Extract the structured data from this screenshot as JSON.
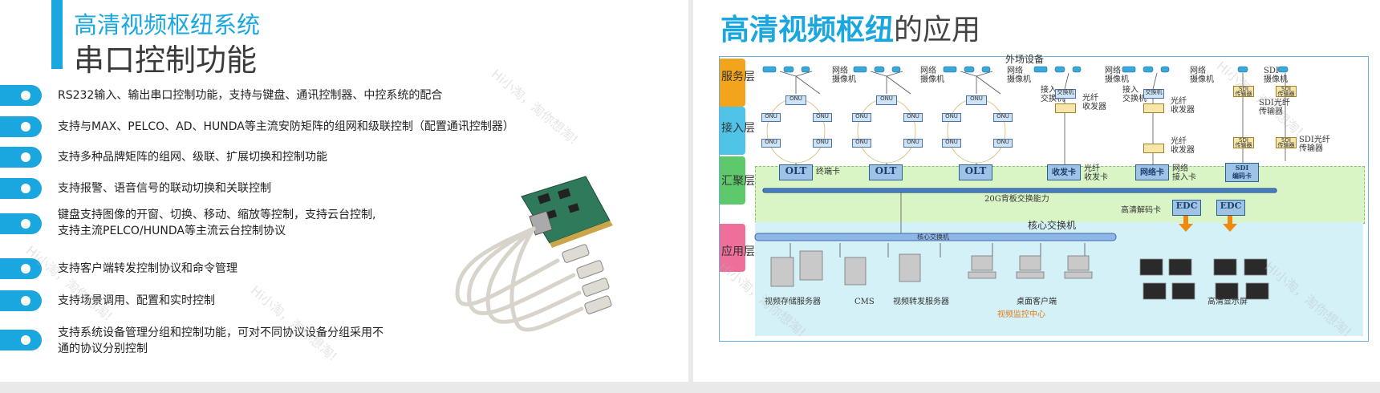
{
  "left": {
    "title_line1": "高清视频枢纽系统",
    "title_line2": "串口控制功能",
    "bullets": [
      "RS232输入、输出串口控制功能，支持与键盘、通讯控制器、中控系统的配合",
      "支持与MAX、PELCO、AD、HUNDA等主流安防矩阵的组网和级联控制（配置通讯控制器）",
      "支持多种品牌矩阵的组网、级联、扩展切换和控制功能",
      "支持报警、语音信号的联动切换和关联控制",
      "键盘支持图像的开窗、切换、移动、缩放等控制，支持云台控制,",
      "支持主流PELCO/HUNDA等主流云台控制协议",
      "支持客户端转发控制协议和命令管理",
      "支持场景调用、配置和实时控制",
      "支持系统设备管理分组和控制功能，可对不同协议设备分组采用不",
      "通的协议分别控制"
    ],
    "watermarks": [
      "Hi小淘，淘你想淘!",
      "Hi小淘，淘你想淘!",
      "Hi小淘，淘你想淘!"
    ]
  },
  "right": {
    "title_blue": "高清视频枢纽",
    "title_gray": "的应用",
    "diagram": {
      "outer_label": "外场设备",
      "layers": [
        "服务层",
        "接入层",
        "汇聚层",
        "应用层"
      ],
      "layer_colors": [
        "#f2a51c",
        "#4fc3e8",
        "#5ec96b",
        "#ee6f9a"
      ],
      "camera_labels": [
        "网络\n摄像机",
        "网络\n摄像机",
        "网络\n摄像机",
        "接入\n交换机",
        "网络\n摄像机",
        "接入\n交换机",
        "网络\n摄像机",
        "SDI\n摄像机"
      ],
      "onu_label": "ONU",
      "switch_label": "交换机",
      "transceiver_label": "光纤\n收发器",
      "sdi_transmitter_label": "SDI光纤\n传输器",
      "sdi_small": "SDI\n传输器",
      "agg_boxes": [
        "OLT",
        "OLT",
        "OLT",
        "收发卡",
        "网络卡",
        "SDI\n编码卡"
      ],
      "agg_labels": [
        "终端卡",
        "光纤\n收发卡",
        "网络\n接入卡"
      ],
      "backplane": "20G背板交换能力",
      "decoder_label": "高清解码卡",
      "edc": [
        "EDC",
        "EDC"
      ],
      "core_switch_title": "核心交换机",
      "core_bar_label": "核心交换机",
      "app_labels": [
        "视频存储服务器",
        "CMS",
        "视频转发服务器",
        "桌面客户端",
        "高清显示屏"
      ],
      "center_label": "视频监控中心"
    },
    "watermarks": [
      "Hi小淘，淘你想淘!",
      "Hi小淘，淘你想淘!",
      "Hi小淘，淘你想淘!"
    ]
  },
  "colors": {
    "accent": "#1aa7e0",
    "green_zone": "#d9f5c6",
    "cyan_zone": "#d3f1f7",
    "edc_arrow": "#f08a0c"
  }
}
